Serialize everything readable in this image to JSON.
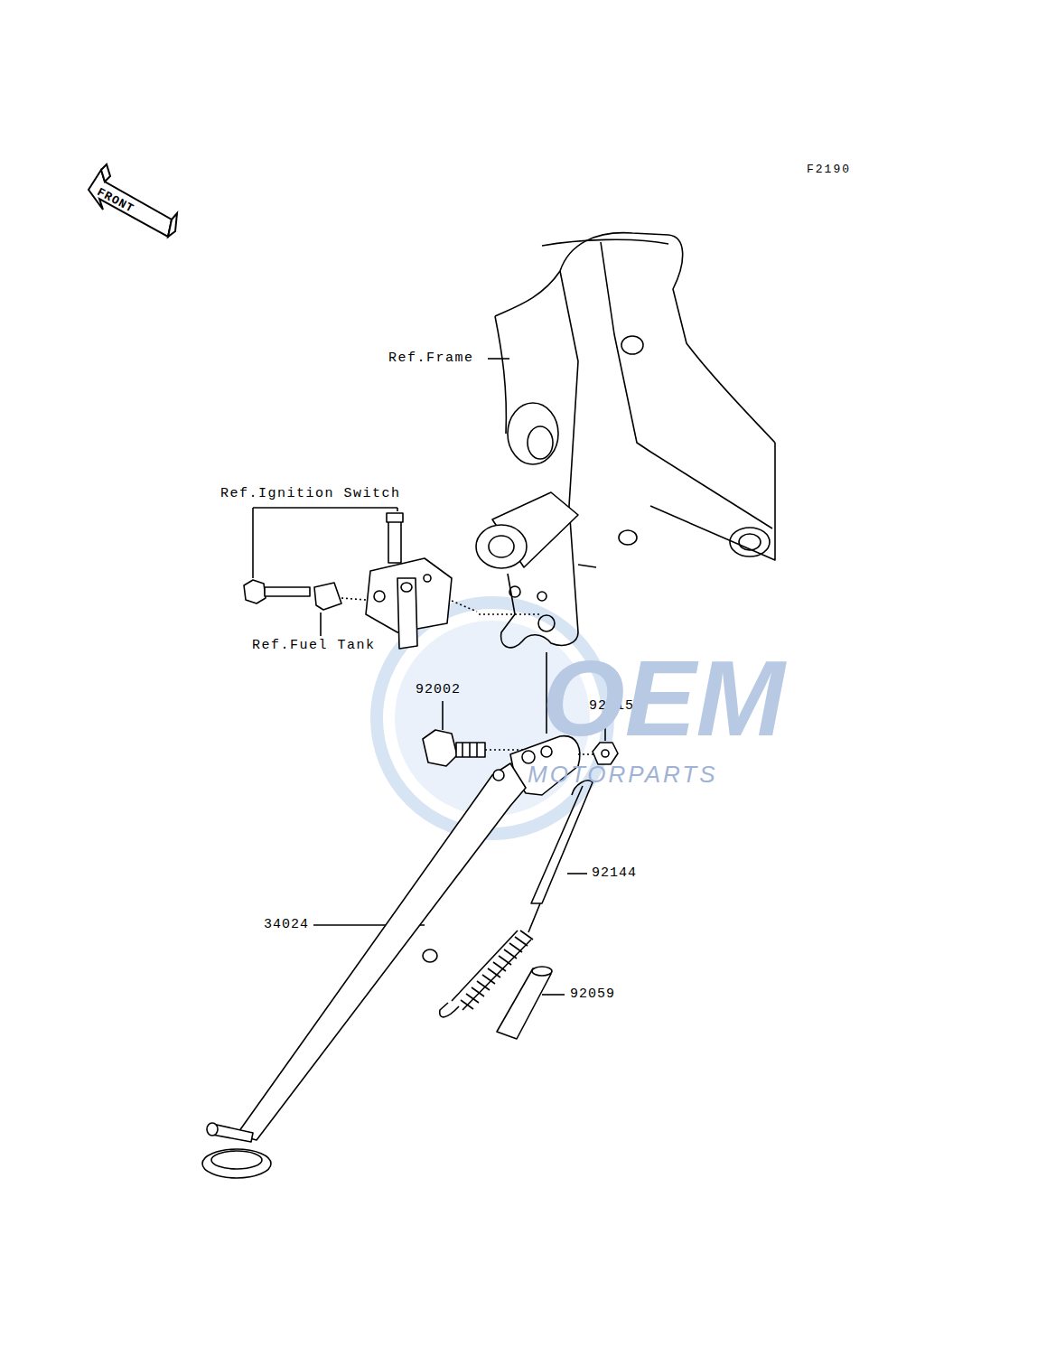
{
  "diagram": {
    "labels": [
      "F2190",
      "FRONT",
      "Ref.Frame",
      "Ref.Ignition Switch",
      "Ref.Fuel Tank",
      "92002",
      "92015",
      "92144",
      "34024",
      "92059",
      "OEM",
      "MOTORPARTS"
    ]
  }
}
